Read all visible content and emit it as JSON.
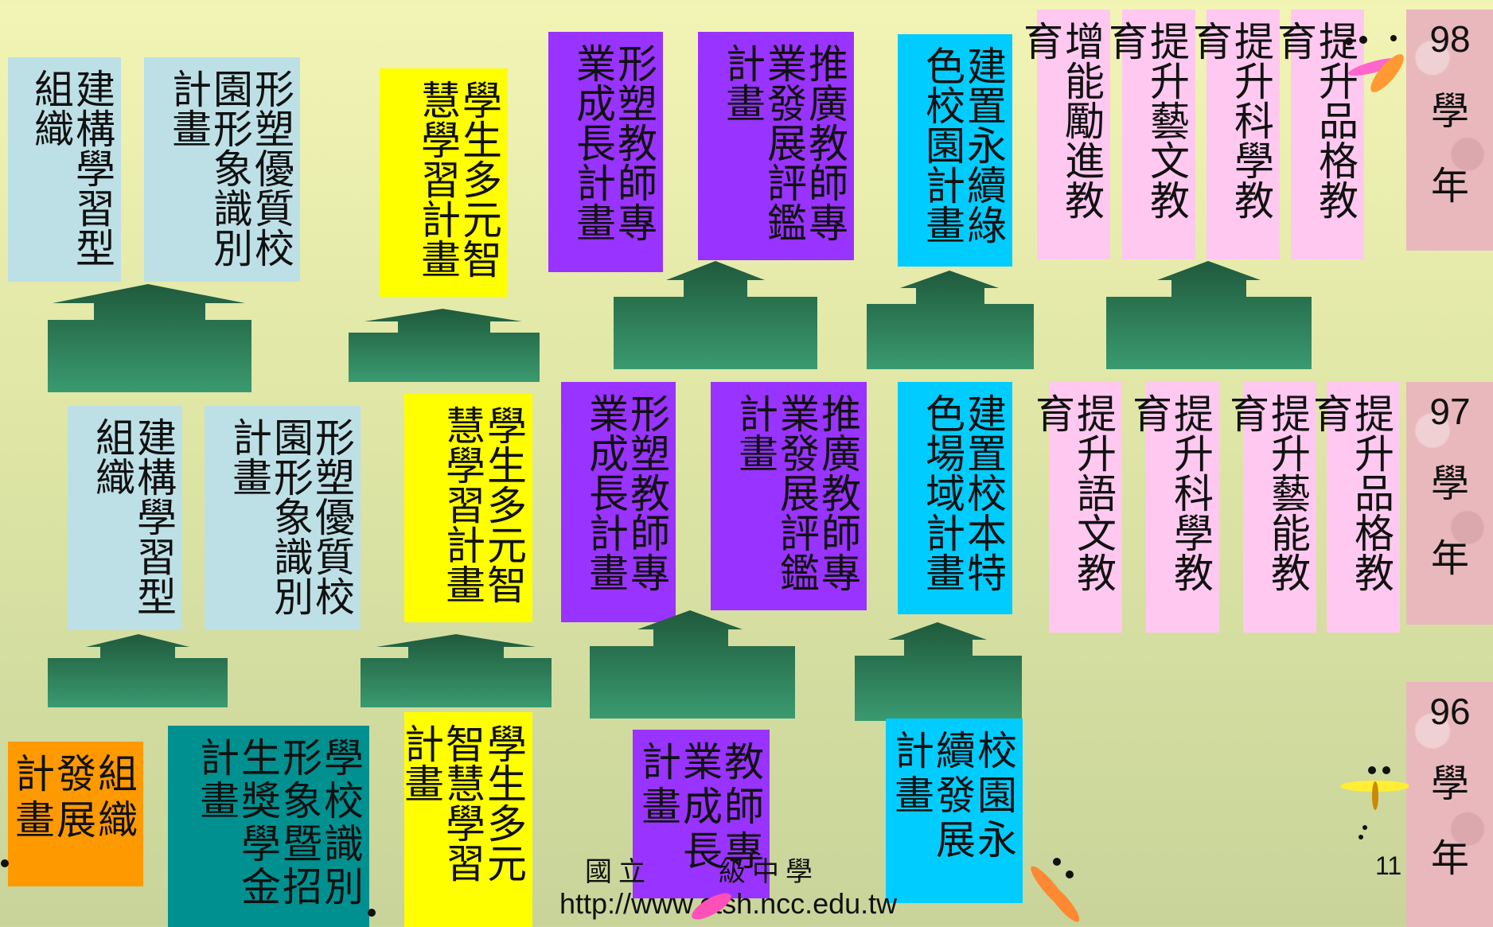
{
  "years": [
    "98",
    "97",
    "96"
  ],
  "year_suffix": [
    "學",
    "年"
  ],
  "row98": {
    "org": "建構學習型組織",
    "image": "形塑優質校園形象識別計畫",
    "smart": "學生多元智慧學習計畫",
    "teacher": "形塑教師專業成長計畫",
    "eval": "推廣教師專業發展評鑑計畫",
    "green": "建置永續綠色校園計畫",
    "ed1": "增能勵進教育",
    "ed2": "提升藝文教育",
    "ed3": "提升科學教育",
    "ed4": "提升品格教育"
  },
  "row97": {
    "org": "建構學習型組織",
    "image": "形塑優質校園形象識別計畫",
    "smart": "學生多元智慧學習計畫",
    "teacher": "形塑教師專業成長計畫",
    "eval": "推廣教師專業發展評鑑計畫",
    "site": "建置校本特色場域計畫",
    "ed1": "提升語文教育",
    "ed2": "提升科學教育",
    "ed3": "提升藝能教育",
    "ed4": "提升品格教育"
  },
  "row96": {
    "org": "組織發展計畫",
    "image": "學校識別形象暨招生獎學金計畫",
    "smart": "學生多元智慧學習計畫",
    "teacher": "教師專業成長計畫",
    "green": "校園永續發展計畫"
  },
  "footer": {
    "school": "國立　　級中學",
    "url": "http://www.ctsh.ncc.edu.tw",
    "page": "11"
  },
  "colors": {
    "lightblue": "#bde0e6",
    "yellow": "#ffff00",
    "purple": "#9933ff",
    "cyan": "#00ccff",
    "pink": "#ffc8f0",
    "orange": "#ff9900",
    "teal": "#009090",
    "arrow": "#2e8060"
  }
}
